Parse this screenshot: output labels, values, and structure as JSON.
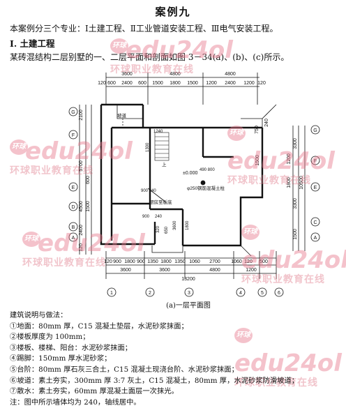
{
  "title": "案例九",
  "intro": "本案例分三个专业：Ⅰ土建工程、Ⅱ工业管道安装工程、Ⅲ电气安装工程。",
  "section": "Ⅰ. 土建工程",
  "subtitle": "某砖混结构二层别墅的一、二层平面和剖面如图 3－34(a)、(b)、(c)所示。",
  "plan": {
    "caption": "(a)一层平面图",
    "top_dims_outer": [
      "3600",
      "4800",
      "4800"
    ],
    "top_dims_inner": [
      "120",
      "600",
      "2400",
      "600",
      "1500",
      "1800",
      "1500",
      "1200",
      "2400",
      "1200",
      "120"
    ],
    "bottom_dims_inner": [
      "120",
      "900",
      "1800",
      "900",
      "1350",
      "1800",
      "1350",
      "1060",
      "2700",
      "1060",
      "120",
      "500"
    ],
    "bottom_dims_outer": [
      "3600",
      "3600",
      "4800",
      "1200"
    ],
    "bottom_total": "13200",
    "axes_bottom": [
      "1",
      "2",
      "3",
      "4",
      "5",
      "6"
    ],
    "axes_left": [
      "G",
      "F",
      "E",
      "D",
      "B",
      "A"
    ],
    "axes_right": [
      "G",
      "F",
      "E",
      "C",
      "A"
    ],
    "left_dims": [
      "2100",
      "5700",
      "600",
      "4500",
      "1500",
      "2400",
      "120"
    ],
    "right_dims": [
      "1500",
      "3300",
      "10500",
      "3300",
      "1500",
      "1800",
      "1200",
      "240",
      "750"
    ],
    "labels": {
      "level": "±0.000",
      "column": "φ250钢筋混凝土柱",
      "ramp": "坡道",
      "hatch": "厨房至板底",
      "up": "上",
      "d1240": "1240",
      "d900_240": "900 240",
      "d490_800": "490 800",
      "d900": "900",
      "d240": "240",
      "d1300": "1300",
      "d3600": "3600",
      "d650": "650",
      "d320": "320",
      "d1800": "1800"
    }
  },
  "notes": {
    "heading": "建筑说明与做法：",
    "items": [
      "①地面：80mm 厚，C15 混凝土垫层，水泥砂浆抹面；",
      "②楼板厚度为 100mm；",
      "③楼板、楼梯、阳台：水泥砂浆抹面；",
      "④踢脚：150mm 厚水泥砂浆；",
      "⑤台阶：80mm 厚石灰三合土，C15 混凝土现浇台阶、水泥砂浆抹面；",
      "⑥坡道：素土夯实，300mm 厚 3:7 灰土，C15 混凝土，80mm 厚，水泥砂浆防滑坡道；",
      "⑦散水：素土夯实，60mm 厚混凝土面层一次抹光。",
      "注：图中所示墙体均为 240，轴线居中。"
    ]
  },
  "watermark": {
    "brand": "edu24ol",
    "cn": "环球职业教育在线",
    "badge": "环球"
  }
}
